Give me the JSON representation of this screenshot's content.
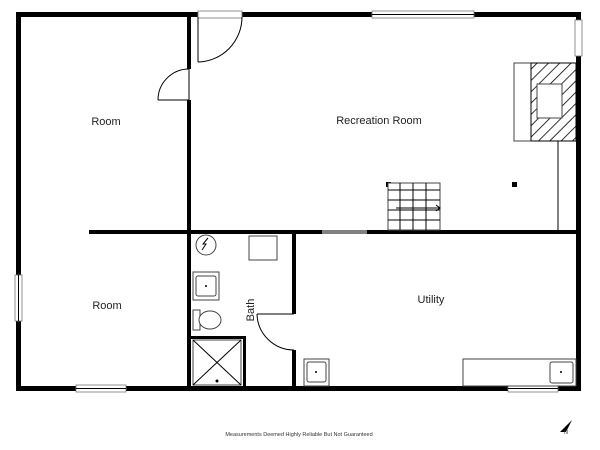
{
  "rooms": {
    "room_upper": "Room",
    "recreation": "Recreation Room",
    "room_lower": "Room",
    "bath": "Bath",
    "utility": "Utility"
  },
  "disclaimer": "Measurements Deemed Highly Reliable But Not Guaranteed",
  "compass_label": "N"
}
